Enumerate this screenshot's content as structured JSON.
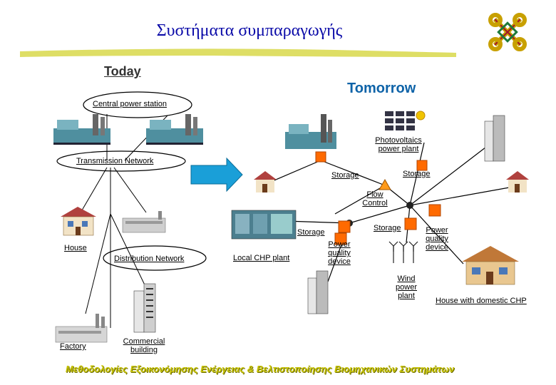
{
  "title": "Συστήματα συμπαραγωγής",
  "today": "Today",
  "tomorrow": "Tomorrow",
  "labels": {
    "central_power_station": "Central power station",
    "transmission_network": "Transmission Network",
    "house": "House",
    "distribution_network": "Distribution Network",
    "factory": "Factory",
    "commercial_building_1": "Commercial",
    "commercial_building_2": "building",
    "local_chp_plant": "Local CHP plant",
    "photovoltaics_1": "Photovoltaics",
    "photovoltaics_2": "power plant",
    "storage_1": "Storage",
    "storage_2": "Storage",
    "storage_3": "Storage",
    "storage_4": "Storage",
    "flow_control_1": "Flow",
    "flow_control_2": "Control",
    "power_quality_1_a": "Power",
    "power_quality_1_b": "quality",
    "power_quality_1_c": "device",
    "power_quality_2_a": "Power",
    "power_quality_2_b": "quality",
    "power_quality_2_c": "device",
    "wind_1": "Wind",
    "wind_2": "power",
    "wind_3": "plant",
    "house_domestic_chp": "House with domestic CHP"
  },
  "footer": "Μεθοδολογίες Εξοικονόμησης Ενέργειας & Βελτιστοποίησης Βιομηχανικών Συστημάτων",
  "colors": {
    "title": "#0a0aa8",
    "tomorrow": "#0e63a8",
    "storage": "#ff6a00",
    "underline_bar": "#d8d84a",
    "footer": "#c8c400"
  }
}
